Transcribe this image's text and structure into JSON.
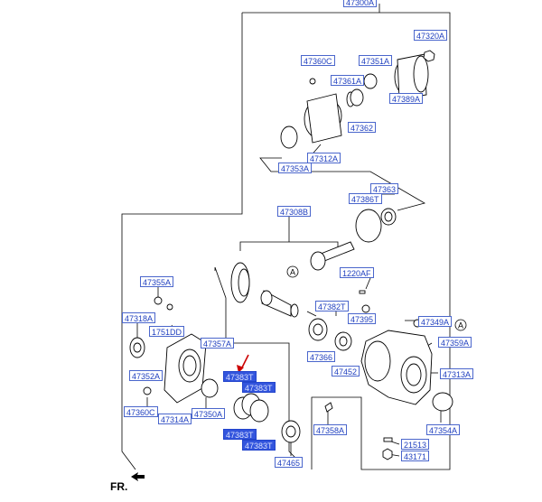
{
  "diagram": {
    "callout": "A",
    "direction_label": "FR.",
    "labels": {
      "top": "47300A",
      "l47320A": "47320A",
      "l47360C_top": "47360C",
      "l47351A": "47351A",
      "l47361A": "47361A",
      "l47389A": "47389A",
      "l47362": "47362",
      "l47353A": "47353A",
      "l47312A": "47312A",
      "l47363": "47363",
      "l47386T": "47386T",
      "l47308B": "47308B",
      "l1220AF": "1220AF",
      "l47355A": "47355A",
      "l47318A": "47318A",
      "l1751DD": "1751DD",
      "l47382T": "47382T",
      "l47395": "47395",
      "l47349A": "47349A",
      "l47359A": "47359A",
      "l47357A": "47357A",
      "l47366": "47366",
      "l47452": "47452",
      "l47352A": "47352A",
      "l47313A": "47313A",
      "hl1": "47383T",
      "hl2": "47383T",
      "l47360C_bot": "47360C",
      "l47314A": "47314A",
      "l47350A": "47350A",
      "hl3": "47383T",
      "hl4": "47383T",
      "l47358A": "47358A",
      "l47354A": "47354A",
      "l21513": "21513",
      "l43171": "43171",
      "l47465": "47465"
    },
    "colors": {
      "label_text": "#1f3fbf",
      "label_border": "#4a66cc",
      "highlight_bg": "#3355dd",
      "arrow": "#cc0000",
      "line": "#000000"
    }
  }
}
